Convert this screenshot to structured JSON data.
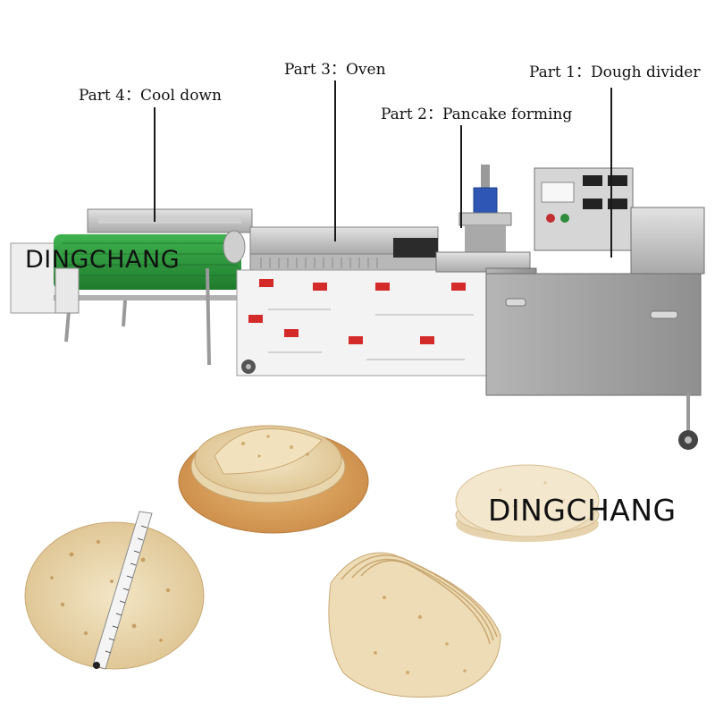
{
  "callouts": {
    "part1": "Part 1：Dough divider",
    "part2": "Part 2：Pancake forming",
    "part3": "Part 3：Oven",
    "part4": "Part 4：Cool down"
  },
  "watermarks": {
    "top": "DINGCHANG",
    "bottom": "DINGCHANG"
  },
  "colors": {
    "steel": "#c9c9c9",
    "steel_dark": "#8e8e8e",
    "conveyor_green": "#2f9a3e",
    "tortilla": "#ead7ad",
    "wood_plate": "#d9a15e",
    "logo_red": "#d42a2a"
  }
}
